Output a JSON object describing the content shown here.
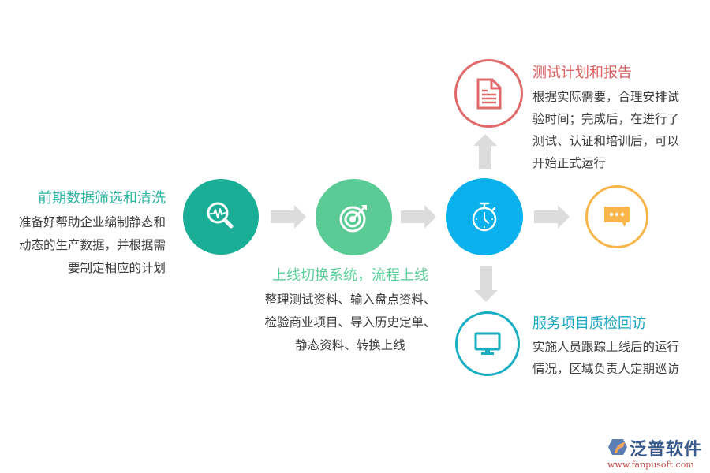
{
  "diagram": {
    "colors": {
      "step1": "#1aae97",
      "step2": "#5acb94",
      "step3": "#0bb1ec",
      "chat": "#f8b549",
      "report": "#e06a6a",
      "monitor": "#17aec2",
      "arrow": "#dcdcdc"
    },
    "steps": [
      {
        "id": "data-screening",
        "icon": "magnifier-pulse-icon",
        "title": "前期数据筛选和清洗",
        "lines": [
          "准备好帮助企业编制静态和",
          "动态的生产数据，并根据需",
          "要制定相应的计划"
        ]
      },
      {
        "id": "go-live-switch",
        "icon": "target-icon",
        "title": "上线切换系统，流程上线",
        "lines": [
          "整理测试资料、输入盘点资料、",
          "检验商业项目、导入历史定单、",
          "静态资料、转换上线"
        ]
      },
      {
        "id": "timing",
        "icon": "stopwatch-icon"
      },
      {
        "id": "feedback",
        "icon": "chat-bubble-icon"
      },
      {
        "id": "test-plan",
        "icon": "document-icon",
        "title": "测试计划和报告",
        "lines": [
          "根据实际需要，合理安排试",
          "验时间；完成后，在进行了",
          "测试、认证和培训后，可以",
          "开始正式运行"
        ]
      },
      {
        "id": "service-followup",
        "icon": "monitor-icon",
        "title": "服务项目质检回访",
        "lines": [
          "实施人员跟踪上线后的运行",
          "情况，区域负责人定期巡访"
        ]
      }
    ]
  },
  "logo": {
    "name": "泛普软件",
    "url": "www.fanpusoft.com"
  }
}
